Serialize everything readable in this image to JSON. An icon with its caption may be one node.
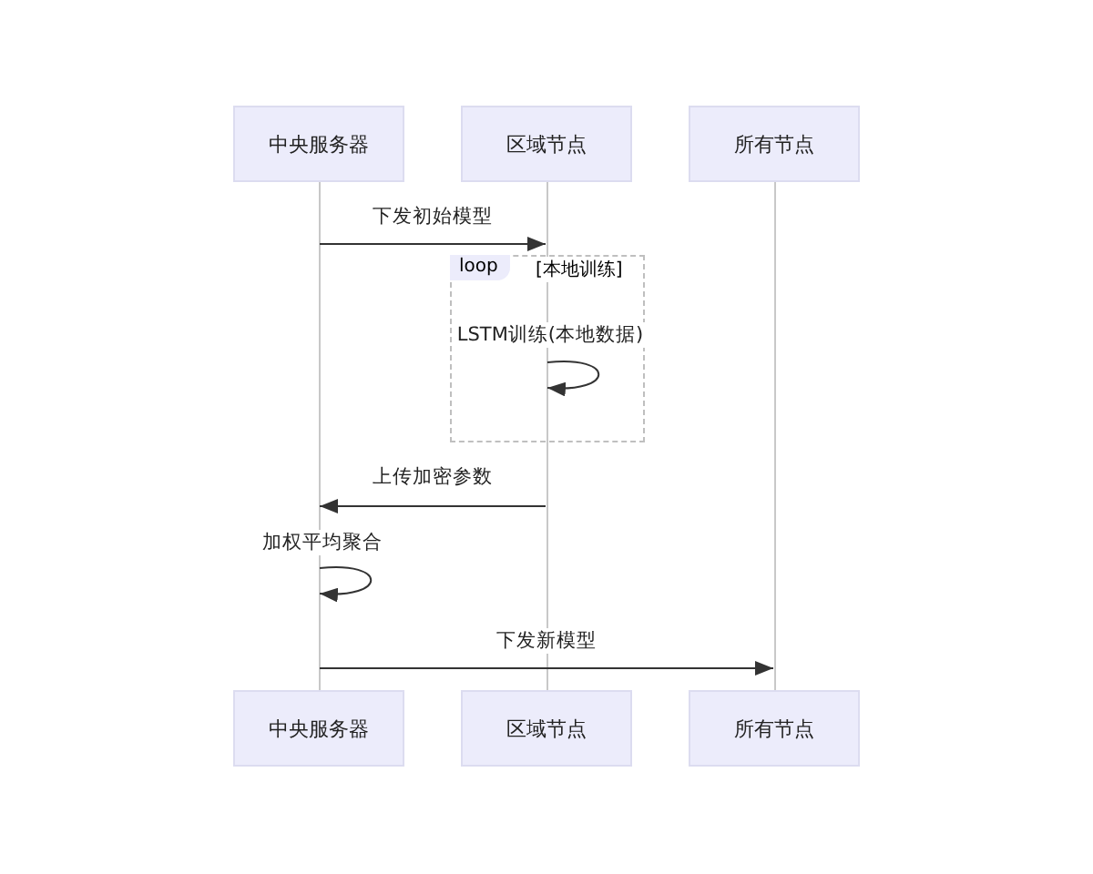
{
  "diagram": {
    "nodes": [
      {
        "text": [
          "中央服务器"
        ]
      },
      {
        "text": [
          "区域节点"
        ]
      },
      {
        "text": [
          "所有节点"
        ]
      },
      {
        "text": [
          "中央服务器"
        ]
      },
      {
        "text": [
          "区域节点"
        ]
      },
      {
        "text": [
          "所有节点"
        ]
      },
      {
        "text": [],
        "shape": "line"
      },
      {
        "text": [],
        "shape": "line"
      },
      {
        "text": [],
        "shape": "line"
      }
    ],
    "edges": [
      {
        "from": 6,
        "to": 7,
        "arrow": "to",
        "label": "下发初始模型"
      },
      {
        "from": 7,
        "to": 7,
        "arrow": "to",
        "label": "LSTM训练(本地数据)"
      },
      {
        "from": 7,
        "to": 6,
        "arrow": "to",
        "label": "上传加密参数"
      },
      {
        "from": 6,
        "to": 6,
        "arrow": "to",
        "label": "加权平均聚合"
      },
      {
        "from": 6,
        "to": 8,
        "arrow": "to",
        "label": "下发新模型"
      }
    ],
    "labels": [
      "loop",
      "[本地训练]"
    ]
  }
}
